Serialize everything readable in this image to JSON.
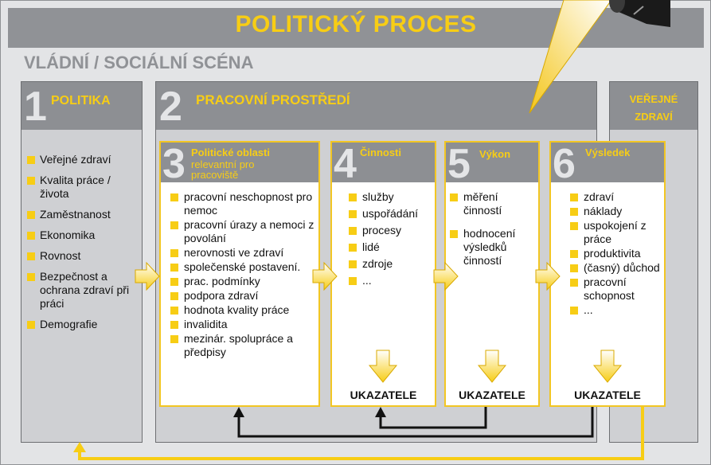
{
  "header": {
    "title": "POLITICKÝ PROCES",
    "subtitle": "VLÁDNÍ / SOCIÁLNÍ SCÉNA"
  },
  "columns": {
    "politika": {
      "number": "1",
      "label": "POLITIKA",
      "items": [
        "Veřejné zdraví",
        "Kvalita práce / života",
        "Zaměstnanost",
        "Ekonomika",
        "Rovnost",
        "Bezpečnost a ochrana zdraví při práci",
        "Demografie"
      ]
    },
    "prostredi": {
      "number": "2",
      "label": "PRACOVNÍ PROSTŘEDÍ"
    },
    "verejne": {
      "label_line1": "VEŘEJNÉ",
      "label_line2": "ZDRAVÍ"
    }
  },
  "boxes": [
    {
      "number": "3",
      "title": "Politické oblasti",
      "subtitle": "relevantní pro pracoviště",
      "items": [
        "pracovní neschopnost pro nemoc",
        "pracovní úrazy a nemoci z povolání",
        "nerovnosti ve zdraví",
        "společenské postavení.",
        "prac. podmínky",
        "podpora zdraví",
        "hodnota kvality práce",
        "invalidita",
        "mezinár. spolupráce a předpisy"
      ]
    },
    {
      "number": "4",
      "title": "Činnosti",
      "items": [
        "služby",
        "uspořádání",
        "procesy",
        "lidé",
        "zdroje",
        "..."
      ],
      "footer": "UKAZATELE"
    },
    {
      "number": "5",
      "title": "Výkon",
      "items": [
        "měření činností",
        "hodnocení výsledků činností"
      ],
      "footer": "UKAZATELE"
    },
    {
      "number": "6",
      "title": "Výsledek",
      "items": [
        "zdraví",
        "náklady",
        "uspokojení z práce",
        "produktivita",
        "(časný) důchod",
        "pracovní schopnost",
        "..."
      ],
      "footer": "UKAZATELE"
    }
  ],
  "colors": {
    "accent": "#f7cd15",
    "band": "#909296",
    "background": "#e3e4e6",
    "column": "#cfd0d3",
    "feedback_dark": "#111111"
  }
}
